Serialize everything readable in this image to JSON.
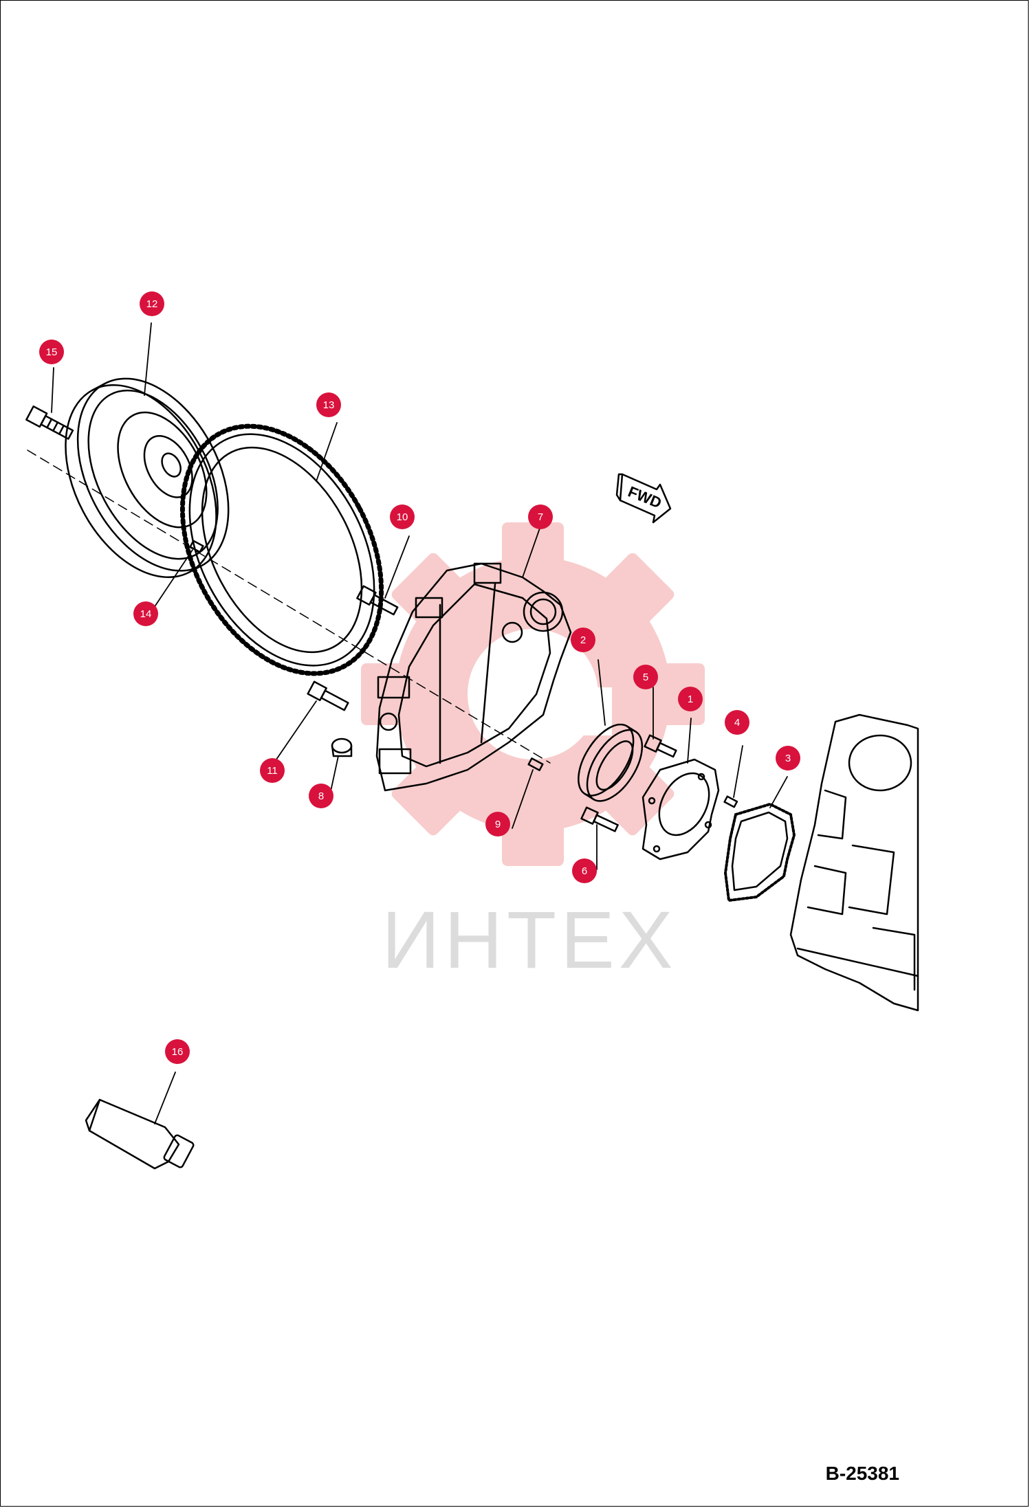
{
  "direction_marker": {
    "label": "FWD"
  },
  "watermark": {
    "text": "ИНТЕХ",
    "color": "#f5b5b5"
  },
  "drawing_code": "B-25381",
  "accent_color": "#d8123c",
  "callouts": [
    {
      "number": "1"
    },
    {
      "number": "2"
    },
    {
      "number": "3"
    },
    {
      "number": "4"
    },
    {
      "number": "5"
    },
    {
      "number": "6"
    },
    {
      "number": "7"
    },
    {
      "number": "8"
    },
    {
      "number": "9"
    },
    {
      "number": "10"
    },
    {
      "number": "11"
    },
    {
      "number": "12"
    },
    {
      "number": "13"
    },
    {
      "number": "14"
    },
    {
      "number": "15"
    },
    {
      "number": "16"
    }
  ]
}
